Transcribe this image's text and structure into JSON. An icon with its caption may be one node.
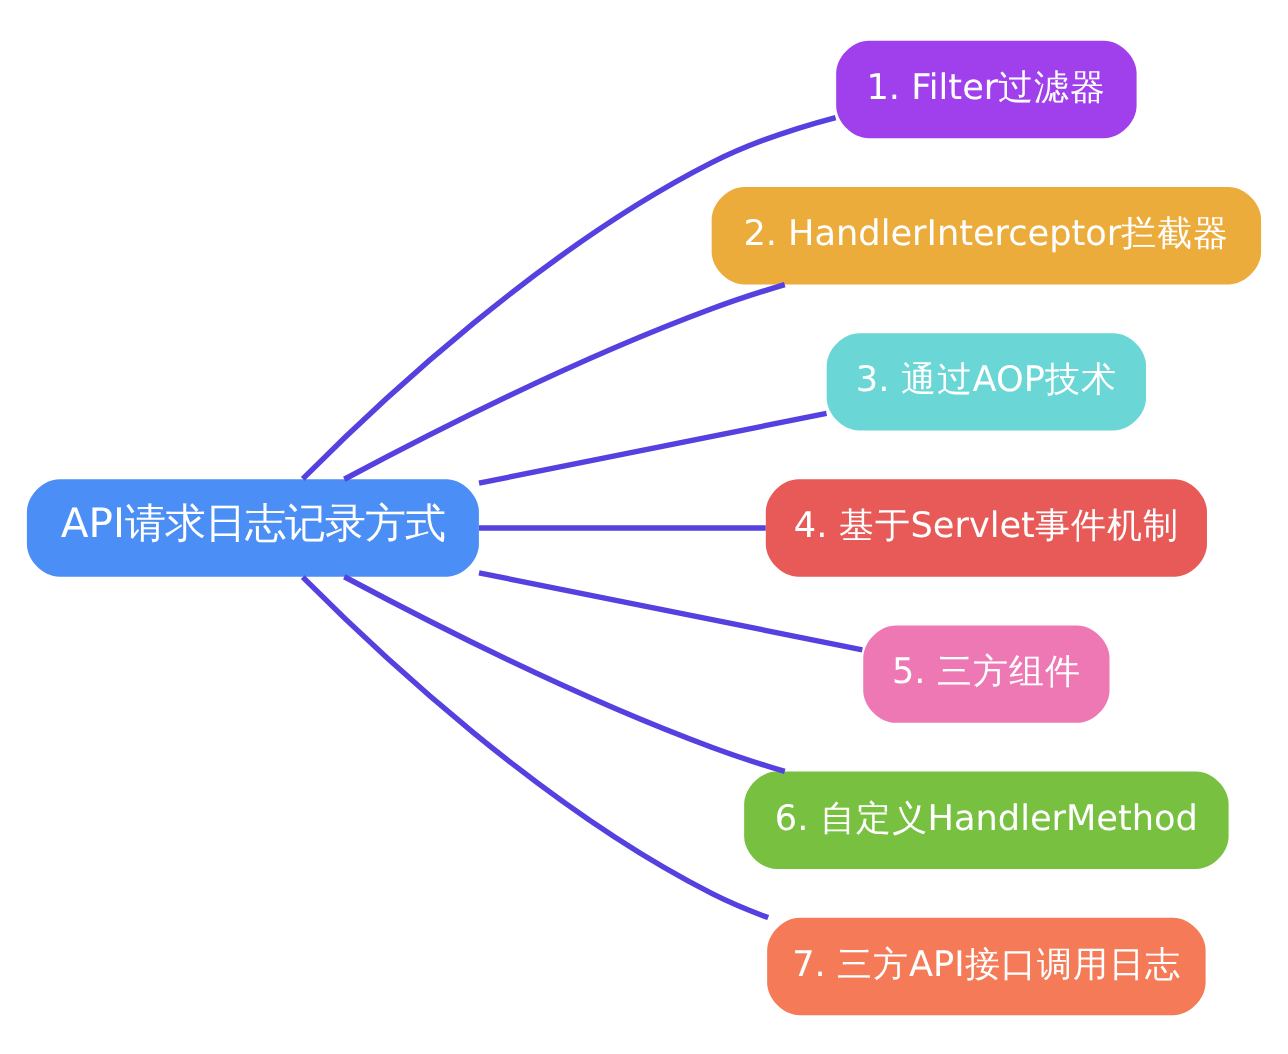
{
  "diagram": {
    "nodes": [
      {
        "text": [
          "API请求日志记录方式"
        ]
      },
      {
        "text": [
          "1. Filter过滤器"
        ]
      },
      {
        "text": [
          "2. HandlerInterceptor拦截器"
        ]
      },
      {
        "text": [
          "3. 通过AOP技术"
        ]
      },
      {
        "text": [
          "4. 基于Servlet事件机制"
        ]
      },
      {
        "text": [
          "5. 三方组件"
        ]
      },
      {
        "text": [
          "6. 自定义HandlerMethod"
        ]
      },
      {
        "text": [
          "7. 三方API接口调用日志"
        ]
      }
    ],
    "edges": [
      {
        "from": 0,
        "to": 1,
        "arrow": "none"
      },
      {
        "from": 0,
        "to": 2,
        "arrow": "none"
      },
      {
        "from": 0,
        "to": 3,
        "arrow": "none"
      },
      {
        "from": 0,
        "to": 4,
        "arrow": "none"
      },
      {
        "from": 0,
        "to": 5,
        "arrow": "none"
      },
      {
        "from": 0,
        "to": 6,
        "arrow": "none"
      },
      {
        "from": 0,
        "to": 7,
        "arrow": "none"
      }
    ]
  }
}
